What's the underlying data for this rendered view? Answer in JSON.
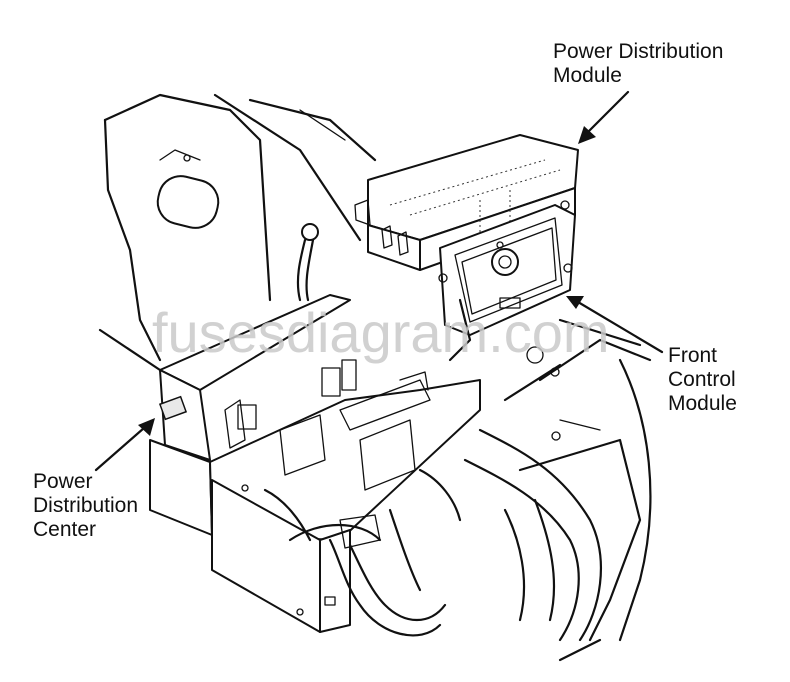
{
  "labels": {
    "pdm": [
      "Power Distribution",
      "Module"
    ],
    "fcm": [
      "Front",
      "Control",
      "Module"
    ],
    "pdc": [
      "Power",
      "Distribution",
      "Center"
    ]
  },
  "watermark": "fusesdiagram.com"
}
